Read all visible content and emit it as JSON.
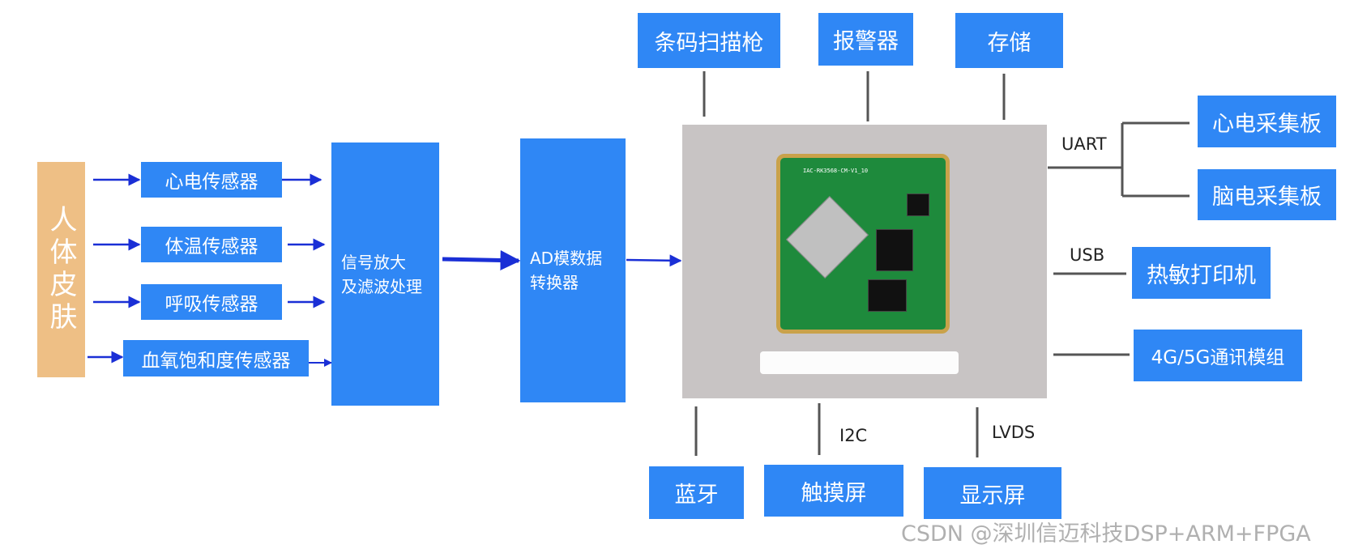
{
  "source": {
    "label": "人体皮肤",
    "color": "#eebf85"
  },
  "sensors": [
    {
      "label": "心电传感器"
    },
    {
      "label": "体温传感器"
    },
    {
      "label": "呼吸传感器"
    },
    {
      "label": "血氧饱和度传感器"
    }
  ],
  "amplifier": {
    "line1": "信号放大",
    "line2": "及滤波处理"
  },
  "adc": {
    "line1": "AD模数据",
    "line2": "转换器"
  },
  "core": {
    "silkscreen": "IAC-RK3568-CM-V1_10"
  },
  "top_peripherals": [
    {
      "label": "条码扫描枪"
    },
    {
      "label": "报警器"
    },
    {
      "label": "存储"
    }
  ],
  "right_peripherals": [
    {
      "label": "心电采集板"
    },
    {
      "label": "脑电采集板"
    },
    {
      "label": "热敏打印机"
    },
    {
      "label": "4G/5G通讯模组"
    }
  ],
  "bottom_peripherals": [
    {
      "label": "蓝牙"
    },
    {
      "label": "触摸屏"
    },
    {
      "label": "显示屏"
    }
  ],
  "interfaces": {
    "uart": "UART",
    "usb": "USB",
    "i2c": "I2C",
    "lvds": "LVDS"
  },
  "watermark": "CSDN @深圳信迈科技DSP+ARM+FPGA",
  "colors": {
    "box": "#2f87f5",
    "arrow": "#1a2fd6",
    "line": "#555555",
    "core_bg": "#c8c4c4",
    "pcb": "#1e8a3c"
  }
}
